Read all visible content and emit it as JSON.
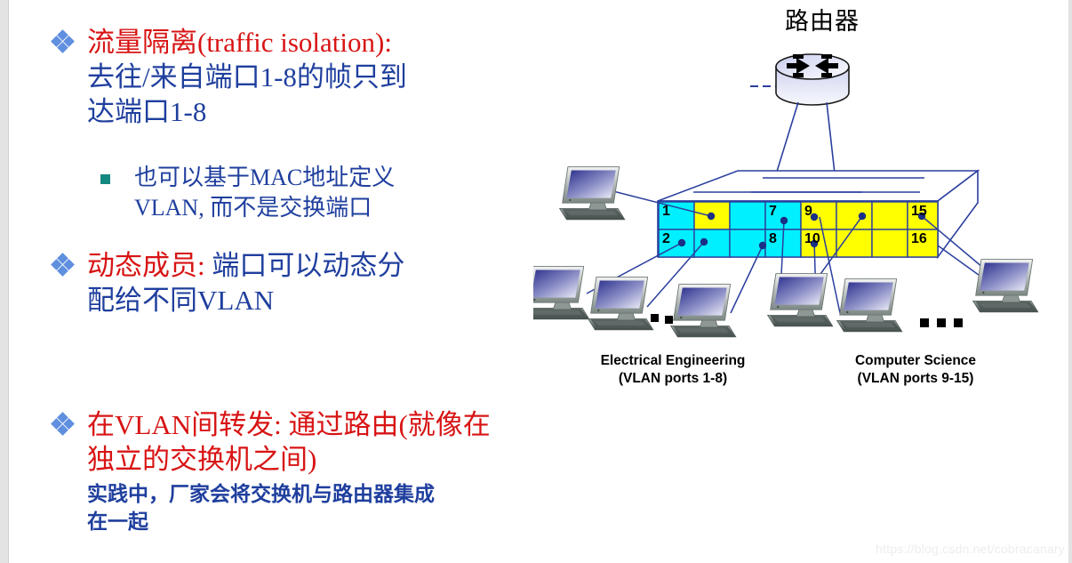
{
  "slide": {
    "bullets": [
      {
        "id": "b1",
        "bullet_icon": "diamond-cluster-bullet",
        "highlight": "流量隔离(traffic isolation):",
        "text": "\n去往/来自端口1-8的帧只到\n达端口1-8"
      },
      {
        "id": "b1s",
        "bullet_icon": "square-bullet",
        "text": "也可以基于MAC地址定义\nVLAN, 而不是交换端口"
      },
      {
        "id": "b2",
        "bullet_icon": "diamond-cluster-bullet",
        "highlight": "动态成员:",
        "text": " 端口可以动态分\n配给不同VLAN"
      },
      {
        "id": "b3",
        "bullet_icon": "diamond-cluster-bullet",
        "highlight": "在VLAN间转发: 通过路由(就像在\n独立的交换机之间)",
        "text": "",
        "sub": "实践中，厂家会将交换机与路由器集成\n在一起"
      }
    ]
  },
  "diagram": {
    "router_label": "路由器",
    "router_icon": "router-cylinder-icon",
    "switch_icon": "ethernet-switch-3d-icon",
    "host_icon": "desktop-computer-icon",
    "ellipsis_left": "…",
    "ellipsis_right": "…",
    "groups": [
      {
        "id": "lbl-ee",
        "name": "Electrical Engineering",
        "ports": "(VLAN ports 1-8)"
      },
      {
        "id": "lbl-cs",
        "name": "Computer Science",
        "ports": "(VLAN ports 9-15)"
      }
    ],
    "port_labels": [
      "1",
      "2",
      "7",
      "8",
      "9",
      "10",
      "15",
      "16"
    ],
    "colors": {
      "vlan_a": "#00f0ff",
      "vlan_b": "#ffff00",
      "line": "#2a3f9e",
      "highlight_text": "#d81414",
      "body_text": "#1f3f9e"
    }
  },
  "watermark": "https://blog.csdn.net/cobracanary"
}
